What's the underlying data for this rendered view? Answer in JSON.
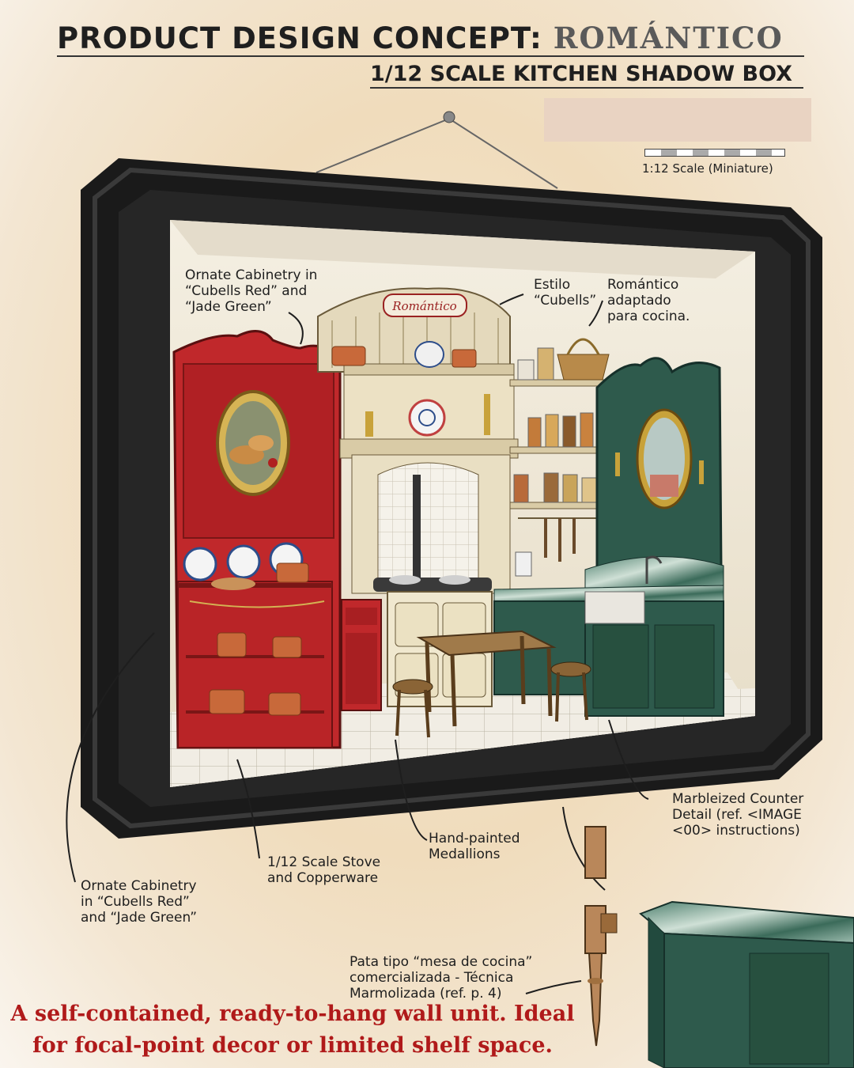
{
  "header": {
    "title_prefix": "PRODUCT DESIGN CONCEPT:",
    "title_brand": "ROMÁNTICO",
    "subtitle": "1/12 SCALE KITCHEN SHADOW BOX",
    "scale_label": "1:12 Scale (Miniature)"
  },
  "sign_text": "Romántico",
  "annotations": {
    "cabinetry_top": "Ornate Cabinetry in\n“Cubells Red” and\n“Jade Green”",
    "estilo": "Estilo\n“Cubells”",
    "romantico": "Romántico\nadaptado\npara cocina.",
    "marbleized": "Marbleized Counter\nDetail (ref. <IMAGE\n<00> instructions)",
    "medallions": "Hand-painted\nMedallions",
    "stove": "1/12 Scale Stove\nand Copperware",
    "cabinetry_bottom": "Ornate Cabinetry\nin “Cubells Red”\nand “Jade Green”",
    "pata": "Pata tipo “mesa de cocina”\ncomercializada - Técnica\nMarmolizada (ref. p. 4)"
  },
  "caption": "A self-contained, ready-to-hang wall unit. Ideal\nfor focal-point decor or limited shelf space.",
  "colors": {
    "cubells_red": "#c0282b",
    "jade_green": "#2e5a4c",
    "frame": "#1c1c1c",
    "caption": "#b01a1a",
    "cream": "#ece1c4",
    "copper": "#c8693a"
  },
  "icons": [
    "hanging-nail-icon",
    "bread-medallion-icon",
    "mirror-medallion-icon",
    "copper-pot-icon",
    "wicker-basket-icon",
    "spice-jar-icon",
    "sconce-icon",
    "faucet-icon"
  ]
}
